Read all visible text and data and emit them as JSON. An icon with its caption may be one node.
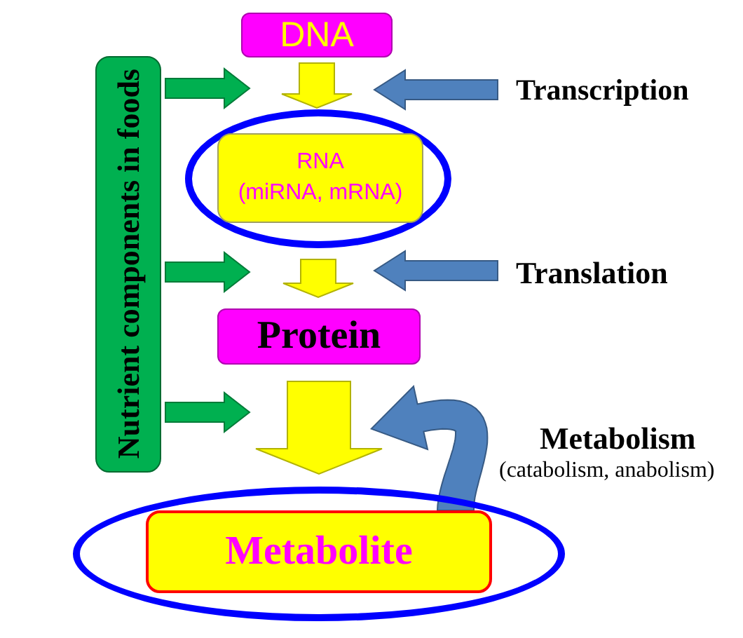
{
  "diagram": {
    "nodes": [
      {
        "text": [
          "DNA"
        ]
      },
      {
        "text": [
          "Nutrient components in foods"
        ]
      },
      {
        "text": [
          "Transcription"
        ]
      },
      {
        "text": [],
        "shape": "ellipse"
      },
      {
        "text": [
          "RNA",
          "(miRNA, mRNA)"
        ],
        "in": 3
      },
      {
        "text": [
          "Translation"
        ]
      },
      {
        "text": [
          "Protein"
        ]
      },
      {
        "text": [],
        "shape": "ellipse"
      },
      {
        "text": [
          "Metabolite"
        ],
        "in": 7
      }
    ],
    "edges": [
      {
        "from": 1,
        "to": null,
        "arrow": "to",
        "color": "#00b050"
      },
      {
        "from": 0,
        "to": 3,
        "arrow": "to",
        "color": "#ffff00"
      },
      {
        "from": 2,
        "to": null,
        "arrow": "to",
        "color": "#4f81bd"
      },
      {
        "from": 1,
        "to": null,
        "arrow": "to",
        "color": "#00b050"
      },
      {
        "from": 3,
        "to": 6,
        "arrow": "to",
        "color": "#ffff00"
      },
      {
        "from": 5,
        "to": null,
        "arrow": "to",
        "color": "#4f81bd"
      },
      {
        "from": 1,
        "to": null,
        "arrow": "to",
        "color": "#00b050"
      },
      {
        "from": 6,
        "to": 7,
        "arrow": "to",
        "style": "thick",
        "color": "#ffff00"
      },
      {
        "from": 8,
        "to": null,
        "arrow": "to",
        "color": "#4f81bd"
      }
    ],
    "labels": [
      "Metabolism",
      "(catabolism, anabolism)"
    ]
  }
}
